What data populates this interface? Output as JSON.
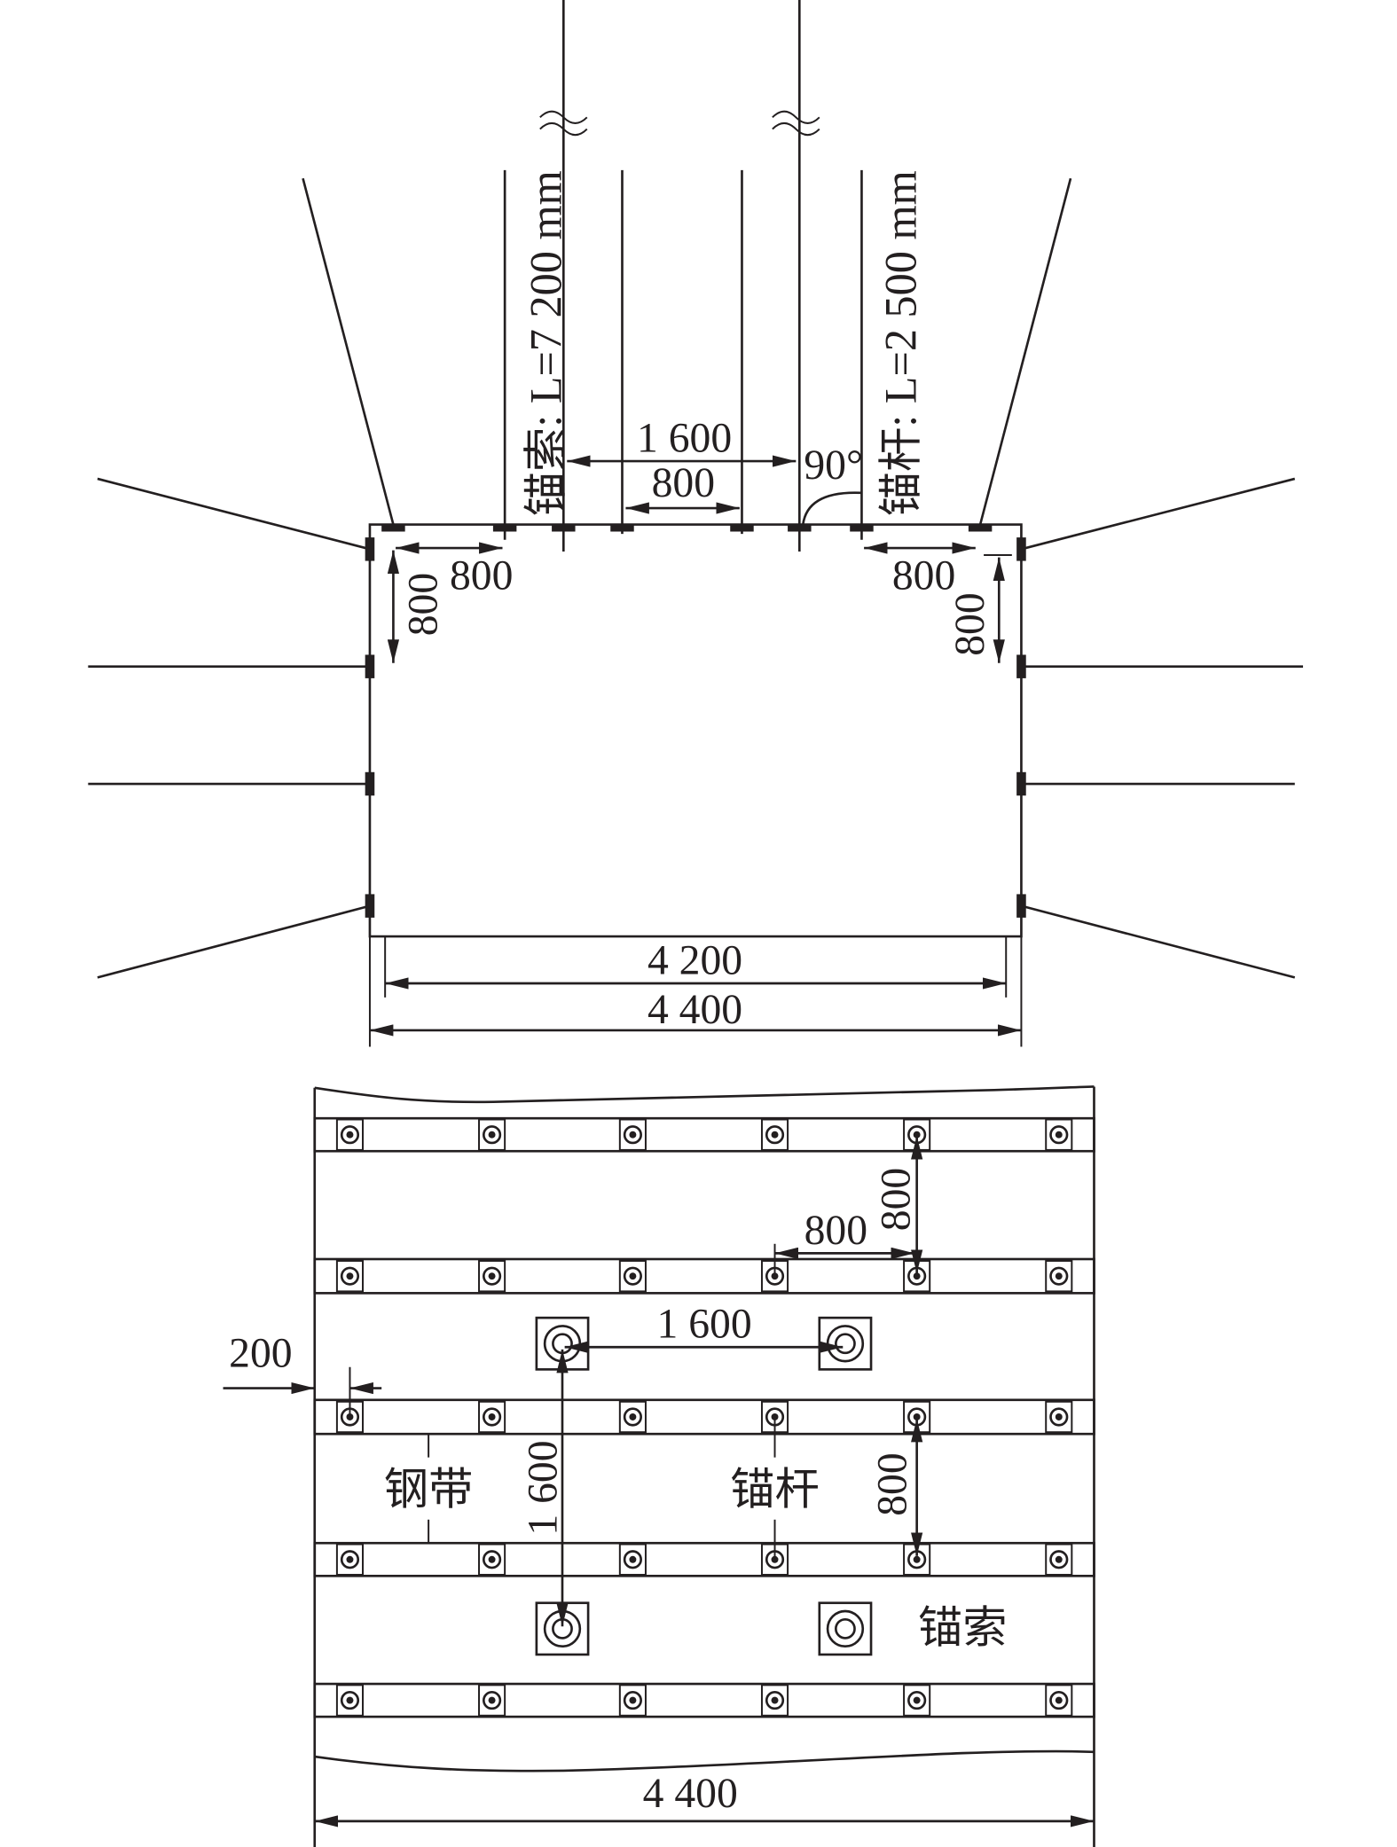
{
  "section": {
    "cable_label": "锚索: L=7 200 mm",
    "bolt_label": "锚杆: L=2 500 mm",
    "dim_cable_spacing": "1 600",
    "dim_bolt_spacing": "800",
    "angle": "90°",
    "dim_left_h": "800",
    "dim_left_v": "800",
    "dim_right_h": "800",
    "dim_right_v": "800",
    "dim_net_width": "4 200",
    "dim_width": "4 400"
  },
  "plan": {
    "dim_bolt_row": "800",
    "dim_bolt_col": "800",
    "dim_cable_h": "1 600",
    "dim_cable_v": "1 600",
    "dim_edge": "200",
    "dim_band_spacing": "800",
    "label_steel_band": "钢带",
    "label_bolt": "锚杆",
    "label_cable": "锚索",
    "dim_width": "4 400"
  },
  "colors": {
    "ink": "#231f20",
    "background": "#ffffff"
  }
}
